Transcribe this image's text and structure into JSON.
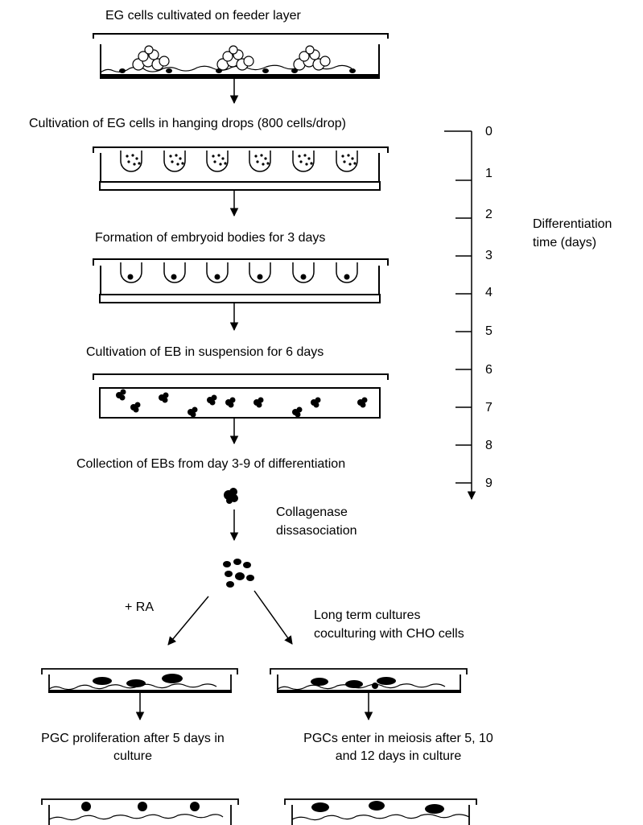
{
  "steps": {
    "feeder": "EG cells cultivated on feeder layer",
    "hanging_drops": "Cultivation of EG cells in hanging drops (800 cells/drop)",
    "embryoid": "Formation of embryoid bodies for 3 days",
    "suspension": "Cultivation of EB in suspension for 6 days",
    "collection": "Collection of EBs from day 3-9 of differentiation",
    "collagenase": [
      "Collagenase",
      "dissasociation"
    ],
    "ra": "+ RA",
    "long_term": [
      "Long term cultures",
      "coculturing with CHO cells"
    ],
    "proliferation": [
      "PGC proliferation after 5 days in",
      "culture"
    ],
    "meiosis": [
      "PGCs enter in meiosis after 5, 10",
      "and 12 days in culture"
    ]
  },
  "timeline": {
    "ticks": [
      "0",
      "1",
      "2",
      "3",
      "4",
      "5",
      "6",
      "7",
      "8",
      "9"
    ],
    "label": [
      "Differentiation",
      "time (days)"
    ]
  }
}
